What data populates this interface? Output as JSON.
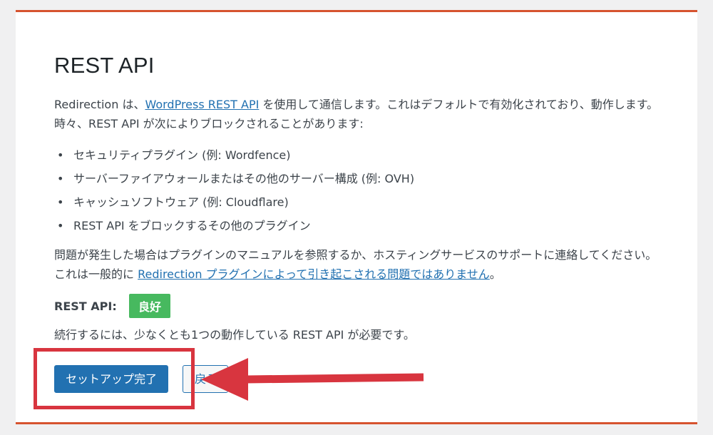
{
  "panel": {
    "title": "REST API",
    "intro": {
      "text_before_link": "Redirection は、",
      "link_text": "WordPress REST API",
      "text_after_link": " を使用して通信します。これはデフォルトで有効化されており、動作します。時々、REST API が次によりブロックされることがあります:"
    },
    "bullets": [
      "セキュリティプラグイン (例: Wordfence)",
      "サーバーファイアウォールまたはその他のサーバー構成 (例: OVH)",
      "キャッシュソフトウェア (例: Cloudflare)",
      "REST API をブロックするその他のプラグイン"
    ],
    "note": {
      "text_before_link": "問題が発生した場合はプラグインのマニュアルを参照するか、ホスティングサービスのサポートに連絡してください。これは一般的に ",
      "link_text": "Redirection プラグインによって引き起こされる問題ではありません",
      "text_after_link": "。"
    },
    "status": {
      "label": "REST API:",
      "value": "良好",
      "color": "#47b95f"
    },
    "continue_text": "続行するには、少なくとも1つの動作している REST API が必要です。",
    "buttons": {
      "primary": "セットアップ完了",
      "secondary": "戻る"
    }
  },
  "annotations": {
    "highlight_color": "#d8353f",
    "arrow": "arrow-left-icon"
  },
  "colors": {
    "accent_border": "#d6532f",
    "primary_button": "#2271b1",
    "link": "#2271b1"
  }
}
